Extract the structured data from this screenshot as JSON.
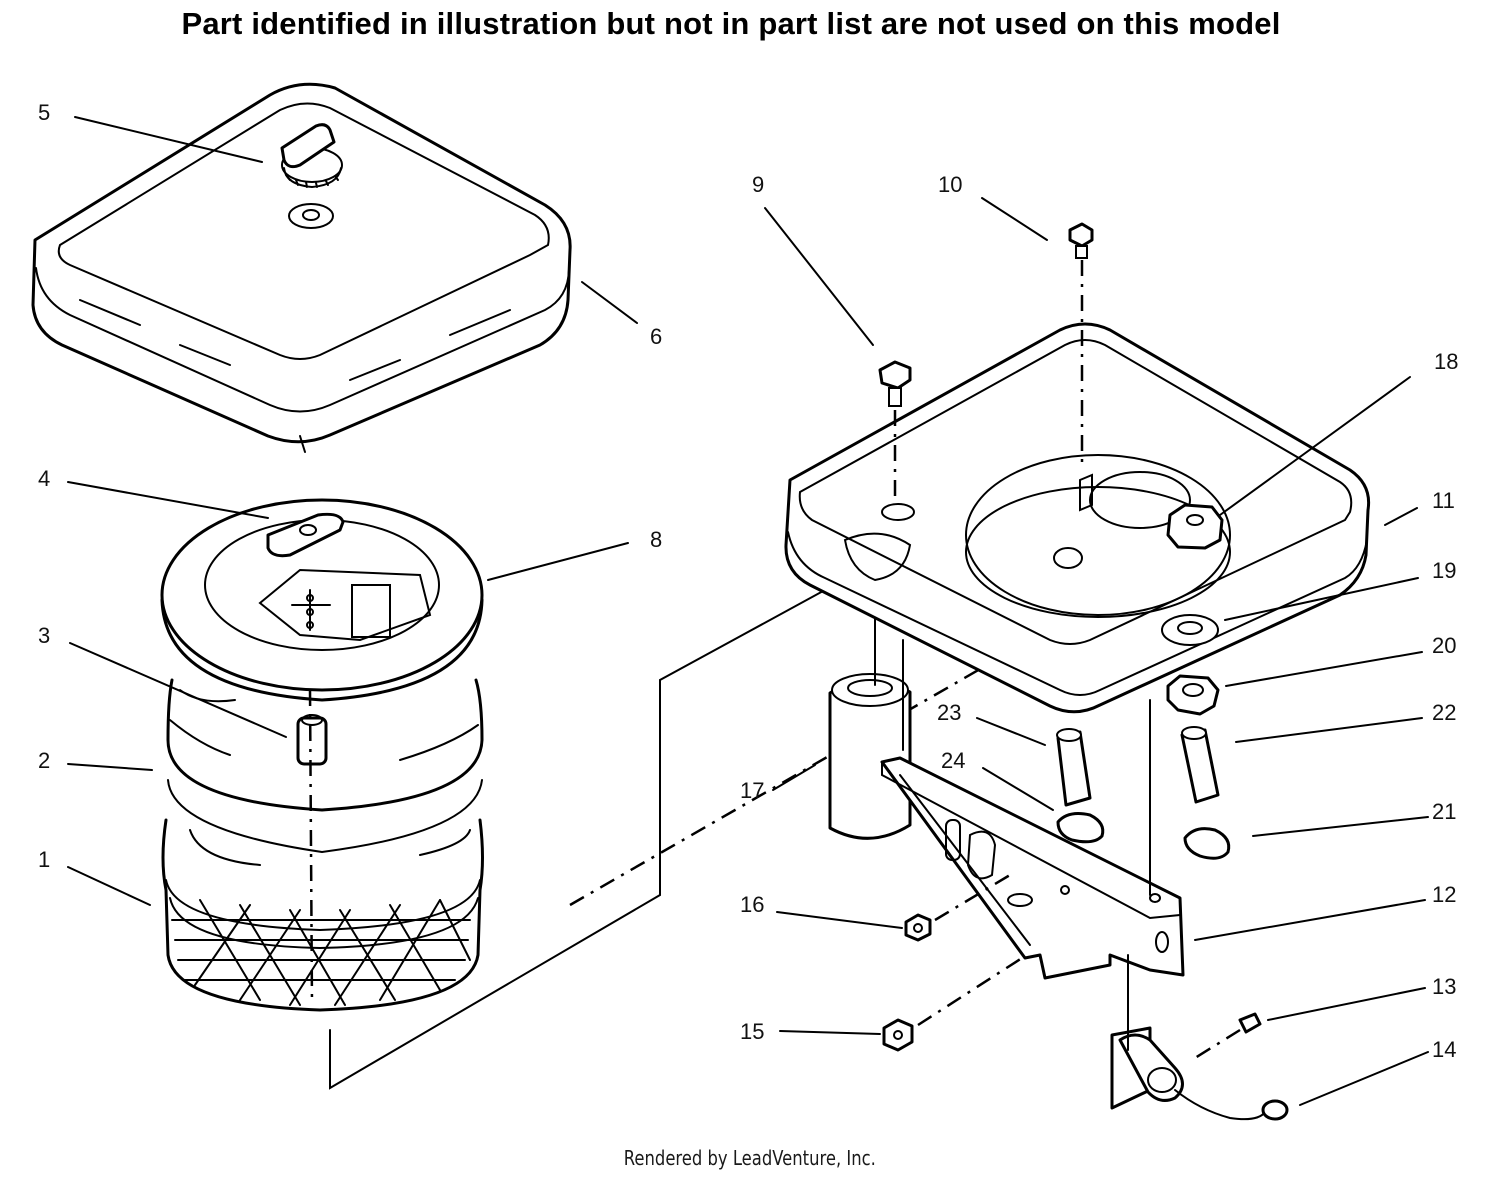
{
  "header": {
    "note": "Part identified in illustration but not in part list are not used on this model"
  },
  "footer": {
    "credit": "Rendered by LeadVenture, Inc."
  },
  "callouts": [
    {
      "id": "c5",
      "label": "5"
    },
    {
      "id": "c6",
      "label": "6"
    },
    {
      "id": "c4",
      "label": "4"
    },
    {
      "id": "c8",
      "label": "8"
    },
    {
      "id": "c3",
      "label": "3"
    },
    {
      "id": "c2",
      "label": "2"
    },
    {
      "id": "c1",
      "label": "1"
    },
    {
      "id": "c9",
      "label": "9"
    },
    {
      "id": "c10",
      "label": "10"
    },
    {
      "id": "c18",
      "label": "18"
    },
    {
      "id": "c11",
      "label": "11"
    },
    {
      "id": "c19",
      "label": "19"
    },
    {
      "id": "c20",
      "label": "20"
    },
    {
      "id": "c22",
      "label": "22"
    },
    {
      "id": "c23",
      "label": "23"
    },
    {
      "id": "c24",
      "label": "24"
    },
    {
      "id": "c17",
      "label": "17"
    },
    {
      "id": "c21",
      "label": "21"
    },
    {
      "id": "c16",
      "label": "16"
    },
    {
      "id": "c12",
      "label": "12"
    },
    {
      "id": "c15",
      "label": "15"
    },
    {
      "id": "c13",
      "label": "13"
    },
    {
      "id": "c14",
      "label": "14"
    }
  ]
}
